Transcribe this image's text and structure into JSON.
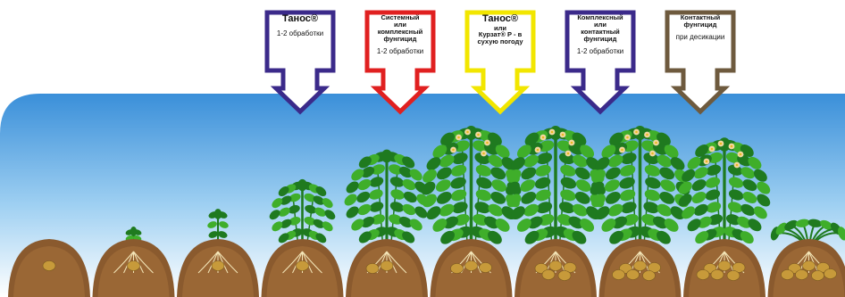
{
  "diagram": {
    "colors": {
      "sky_top": "#3a8fd9",
      "sky_bottom": "#ffffff",
      "soil": "#8a5a2e",
      "leaf_dark": "#1f7a1f",
      "leaf_light": "#3fae2a",
      "tuber": "#c79a3a",
      "flower": "#f2d7a0"
    },
    "callouts": [
      {
        "id": "c1",
        "border_color": "#3b2a8a",
        "title": "Танос®",
        "lines": [],
        "note": "1-2 обработки"
      },
      {
        "id": "c2",
        "border_color": "#e02020",
        "title": "",
        "lines": [
          "Системный",
          "или",
          "комплексный",
          "фунгицид"
        ],
        "note": "1-2 обработки"
      },
      {
        "id": "c3",
        "border_color": "#f2e600",
        "title": "Танос®",
        "lines": [
          "или",
          "Курзат® Р - в",
          "сухую погоду"
        ],
        "note": ""
      },
      {
        "id": "c4",
        "border_color": "#3b2a8a",
        "title": "",
        "lines": [
          "Комплексный",
          "или",
          "контактный",
          "фунгицид"
        ],
        "note": "1-2 обработки"
      },
      {
        "id": "c5",
        "border_color": "#6e5a3e",
        "title": "",
        "lines": [
          "Контактный",
          "фунгицид"
        ],
        "note": "при десикации"
      }
    ],
    "growth_stages": [
      {
        "stage": 1,
        "plant_size": 0.0,
        "flowering": false,
        "tubers": 1,
        "wilted": false
      },
      {
        "stage": 2,
        "plant_size": 0.15,
        "flowering": false,
        "tubers": 1,
        "wilted": false
      },
      {
        "stage": 3,
        "plant_size": 0.3,
        "flowering": false,
        "tubers": 1,
        "wilted": false
      },
      {
        "stage": 4,
        "plant_size": 0.55,
        "flowering": false,
        "tubers": 1,
        "wilted": false
      },
      {
        "stage": 5,
        "plant_size": 0.8,
        "flowering": false,
        "tubers": 2,
        "wilted": false
      },
      {
        "stage": 6,
        "plant_size": 1.0,
        "flowering": true,
        "tubers": 3,
        "wilted": false
      },
      {
        "stage": 7,
        "plant_size": 1.0,
        "flowering": true,
        "tubers": 5,
        "wilted": false
      },
      {
        "stage": 8,
        "plant_size": 1.0,
        "flowering": true,
        "tubers": 6,
        "wilted": false
      },
      {
        "stage": 9,
        "plant_size": 0.9,
        "flowering": true,
        "tubers": 6,
        "wilted": false
      },
      {
        "stage": 10,
        "plant_size": 0.3,
        "flowering": false,
        "tubers": 7,
        "wilted": true
      }
    ]
  }
}
